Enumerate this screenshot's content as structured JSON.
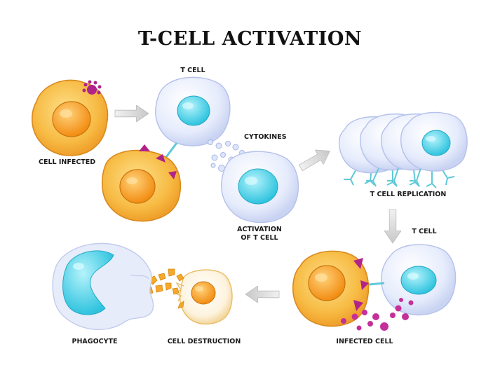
{
  "title": "T-CELL ACTIVATION",
  "labels": {
    "t_cell_top": "T CELL",
    "cell_infected": "CELL INFECTED",
    "cytokines": "CYTOKINES",
    "activation_line1": "ACTIVATION",
    "activation_line2": "OF T CELL",
    "t_cell_replication": "T CELL REPLICATION",
    "t_cell_right": "T CELL",
    "phagocyte": "PHAGOCYTE",
    "cell_destruction": "CELL DESTRUCTION",
    "infected_cell": "INFECTED CELL"
  },
  "colors": {
    "infected_body": "#f5b53d",
    "infected_outline": "#d98a1f",
    "nucleus_orange": "#f39a1e",
    "tcell_body": "#dfe6fb",
    "tcell_outline": "#b7c3ec",
    "nucleus_cyan": "#4fd1e8",
    "receptor": "#5ec9d8",
    "antigen_magenta": "#b0238a",
    "arrow_gray": "#cfcfcf"
  }
}
